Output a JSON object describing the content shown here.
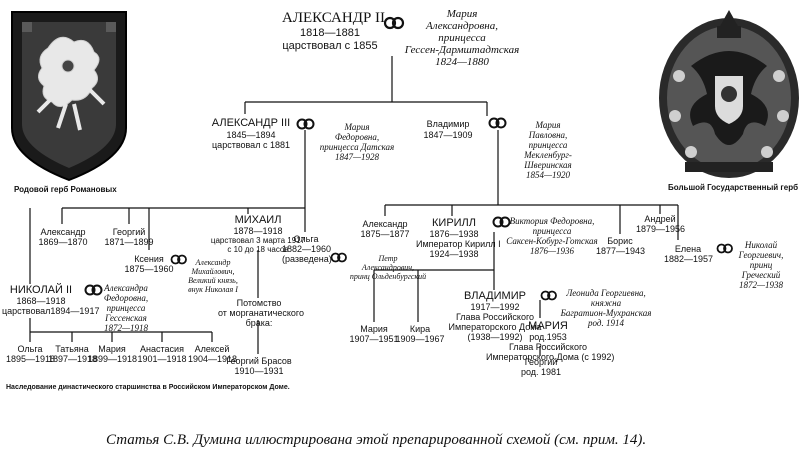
{
  "coat_left_caption": "Родовой герб Романовых",
  "coat_right_caption": "Большой Государственный герб",
  "alexander2": {
    "name": "АЛЕКСАНДР II",
    "years": "1818—1881",
    "reign": "царствовал с 1855"
  },
  "maria_hessen": {
    "l1": "Мария",
    "l2": "Александровна,",
    "l3": "принцесса",
    "l4": "Гессен-Дармштадтская",
    "l5": "1824—1880"
  },
  "alexander3": {
    "name": "АЛЕКСАНДР III",
    "years": "1845—1894",
    "reign": "царствовал с 1881"
  },
  "maria_fed": {
    "l1": "Мария",
    "l2": "Федоровна,",
    "l3": "принцесса Датская",
    "l4": "1847—1928"
  },
  "vladimir_sr": {
    "name": "Владимир",
    "years": "1847—1909"
  },
  "maria_pavl": {
    "l1": "Мария",
    "l2": "Павловна,",
    "l3": "принцесса",
    "l4": "Мекленбург-",
    "l5": "Шверинская",
    "l6": "1854—1920"
  },
  "alexandr_a3": {
    "name": "Александр",
    "years": "1869—1870"
  },
  "georgiy_a3": {
    "name": "Георгий",
    "years": "1871—1899"
  },
  "ksenia": {
    "name": "Ксения",
    "years": "1875—1960"
  },
  "ksenia_sp": {
    "l1": "Александр",
    "l2": "Михайлович,",
    "l3": "Великий князь,",
    "l4": "внук Николая I"
  },
  "mikhail": {
    "name": "МИХАИЛ",
    "years": "1878—1918",
    "reign1": "царствовал 3 марта 1917",
    "reign2": "с 10 до 18 часов"
  },
  "olga_a3": {
    "name": "Ольга",
    "years": "1882—1960",
    "note": "(разведена)"
  },
  "olga_sp": {
    "l1": "Петр",
    "l2": "Александрович,",
    "l3": "принц Ольденбургский"
  },
  "morganatic": {
    "l1": "Потомство",
    "l2": "от морганатического",
    "l3": "брака:"
  },
  "georgiy_brasov": {
    "name": "Георгий Брасов",
    "years": "1910—1931"
  },
  "nicholas2": {
    "name": "НИКОЛАЙ II",
    "years": "1868—1918",
    "reign": "царствовал1894—1917"
  },
  "alexandra": {
    "l1": "Александра",
    "l2": "Федоровна,",
    "l3": "принцесса",
    "l4": "Гессенская",
    "l5": "1872—1918"
  },
  "n2_children": [
    {
      "name": "Ольга",
      "years": "1895—1918"
    },
    {
      "name": "Татьяна",
      "years": "1897—1918"
    },
    {
      "name": "Мария",
      "years": "1899—1918"
    },
    {
      "name": "Анастасия",
      "years": "1901—1918"
    },
    {
      "name": "Алексей",
      "years": "1904—1918"
    }
  ],
  "alexandr_v": {
    "name": "Александр",
    "years": "1875—1877"
  },
  "kirill": {
    "name": "КИРИЛЛ",
    "years": "1876—1938",
    "title": "Император Кирилл I",
    "reign": "1924—1938"
  },
  "victoria": {
    "l1": "Виктория Федоровна,",
    "l2": "принцесса",
    "l3": "Саксен-Кобург-Готская",
    "l4": "1876—1936"
  },
  "boris": {
    "name": "Борис",
    "years": "1877—1943"
  },
  "andrei": {
    "name": "Андрей",
    "years": "1879—1956"
  },
  "elena": {
    "name": "Елена",
    "years": "1882—1957"
  },
  "nikolai_gr": {
    "l1": "Николай",
    "l2": "Георгиевич,",
    "l3": "принц",
    "l4": "Греческий",
    "l5": "1872—1938"
  },
  "maria_k": {
    "name": "Мария",
    "years": "1907—1951"
  },
  "kira": {
    "name": "Кира",
    "years": "1909—1967"
  },
  "vladimir_k": {
    "name": "ВЛАДИМИР",
    "years": "1917—1992",
    "t1": "Глава Российского",
    "t2": "Императорского Дома",
    "t3": "(1938—1992)"
  },
  "leonida": {
    "l1": "Леонида Георгиевна,",
    "l2": "княжна",
    "l3": "Багратион-Мухранская",
    "l4": "род. 1914"
  },
  "maria_v": {
    "name": "МАРИЯ",
    "years": "род.1953",
    "t1": "Глава Российского",
    "t2": "Императорского Дома (с 1992)"
  },
  "georgiy_m": {
    "name": "Георгий",
    "years": "род. 1981"
  },
  "caption": "Наследование династического старшинства в Российском Императорском Доме.",
  "footnote": "Статья С.В. Думина иллюстрирована этой препарированной схемой (см. прим. 14)."
}
